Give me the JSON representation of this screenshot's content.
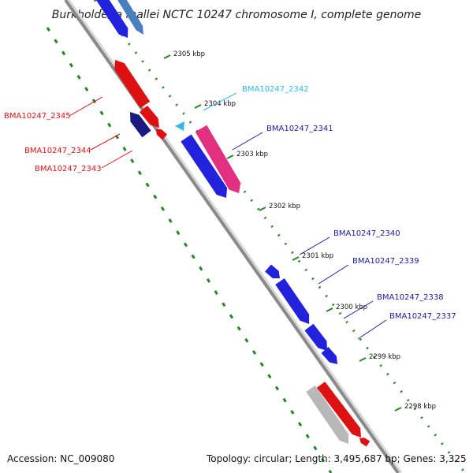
{
  "title": "Burkholderia mallei NCTC 10247 chromosome I, complete genome",
  "accession": "Accession: NC_009080",
  "topology": "Topology: circular; Length: 3,495,687 bp; Genes: 3,325",
  "colors": {
    "plus_strand": "#2222dd",
    "minus_strand": "#dd1111",
    "highlight": "#e0307f",
    "selected": "#33b8e6",
    "dark": "#1a1a80",
    "grey": "#b8b8b8",
    "axis": "#8a8a8a",
    "tick_dots": "#228822"
  },
  "ticks": [
    {
      "kbp": 2305,
      "label": "2305 kbp"
    },
    {
      "kbp": 2304,
      "label": "2304 kbp"
    },
    {
      "kbp": 2303,
      "label": "2303 kbp"
    },
    {
      "kbp": 2302,
      "label": "2302 kbp"
    },
    {
      "kbp": 2301,
      "label": "2301 kbp"
    },
    {
      "kbp": 2300,
      "label": "2300 kbp"
    },
    {
      "kbp": 2299,
      "label": "2299 kbp"
    },
    {
      "kbp": 2298,
      "label": "2298 kbp"
    }
  ],
  "genes": [
    {
      "label": "BMA10247_2345",
      "color": "#dd1111"
    },
    {
      "label": "BMA10247_2344",
      "color": "#dd1111"
    },
    {
      "label": "BMA10247_2343",
      "color": "#dd1111"
    },
    {
      "label": "BMA10247_2342",
      "color": "#33b8e6"
    },
    {
      "label": "BMA10247_2341",
      "color": "#1a1aa0"
    },
    {
      "label": "BMA10247_2340",
      "color": "#1a1aa0"
    },
    {
      "label": "BMA10247_2339",
      "color": "#1a1aa0"
    },
    {
      "label": "BMA10247_2338",
      "color": "#1a1aa0"
    },
    {
      "label": "BMA10247_2337",
      "color": "#1a1aa0"
    }
  ]
}
